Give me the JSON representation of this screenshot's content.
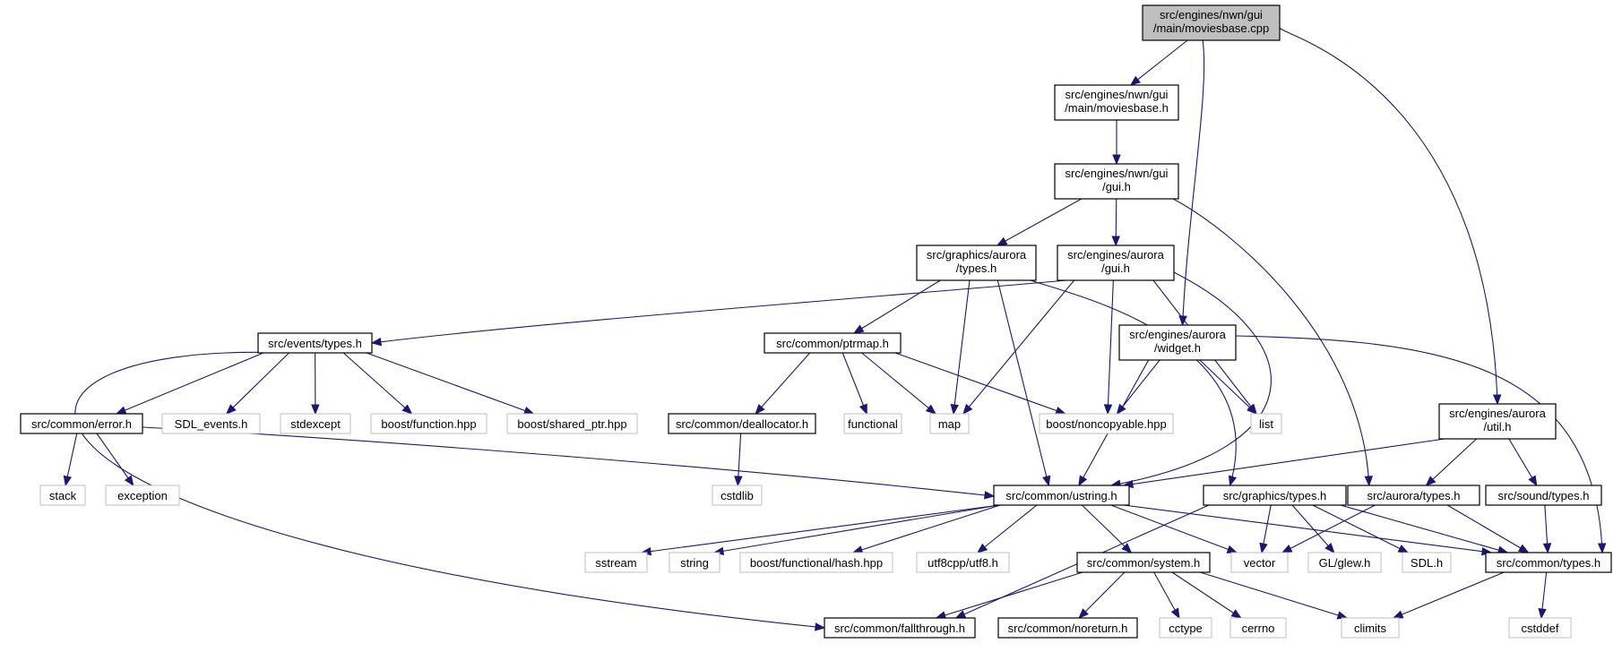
{
  "graph": {
    "kind": "include dependency graph",
    "colors": {
      "edge": "#191970",
      "root_fill": "#bfbfbf",
      "node_border": "#000000",
      "external_border": "#bfbfbf"
    },
    "nodes": [
      {
        "id": "moviesbase_cpp",
        "lines": [
          "src/engines/nwn/gui",
          "/main/moviesbase.cpp"
        ],
        "style": "root"
      },
      {
        "id": "moviesbase_h",
        "lines": [
          "src/engines/nwn/gui",
          "/main/moviesbase.h"
        ],
        "style": "project"
      },
      {
        "id": "nwn_gui_h",
        "lines": [
          "src/engines/nwn/gui",
          "/gui.h"
        ],
        "style": "project"
      },
      {
        "id": "graphics_aurora_types_h",
        "lines": [
          "src/graphics/aurora",
          "/types.h"
        ],
        "style": "project"
      },
      {
        "id": "engines_aurora_gui_h",
        "lines": [
          "src/engines/aurora",
          "/gui.h"
        ],
        "style": "project"
      },
      {
        "id": "events_types_h",
        "lines": [
          "src/events/types.h"
        ],
        "style": "project"
      },
      {
        "id": "ptrmap_h",
        "lines": [
          "src/common/ptrmap.h"
        ],
        "style": "project"
      },
      {
        "id": "widget_h",
        "lines": [
          "src/engines/aurora",
          "/widget.h"
        ],
        "style": "project"
      },
      {
        "id": "aurora_util_h",
        "lines": [
          "src/engines/aurora",
          "/util.h"
        ],
        "style": "project"
      },
      {
        "id": "error_h",
        "lines": [
          "src/common/error.h"
        ],
        "style": "project"
      },
      {
        "id": "sdl_events_h",
        "lines": [
          "SDL_events.h"
        ],
        "style": "external"
      },
      {
        "id": "stdexcept",
        "lines": [
          "stdexcept"
        ],
        "style": "external"
      },
      {
        "id": "boost_function",
        "lines": [
          "boost/function.hpp"
        ],
        "style": "external"
      },
      {
        "id": "boost_shared_ptr",
        "lines": [
          "boost/shared_ptr.hpp"
        ],
        "style": "external"
      },
      {
        "id": "deallocator_h",
        "lines": [
          "src/common/deallocator.h"
        ],
        "style": "project"
      },
      {
        "id": "functional",
        "lines": [
          "functional"
        ],
        "style": "external"
      },
      {
        "id": "map",
        "lines": [
          "map"
        ],
        "style": "external"
      },
      {
        "id": "boost_noncopyable",
        "lines": [
          "boost/noncopyable.hpp"
        ],
        "style": "external"
      },
      {
        "id": "list",
        "lines": [
          "list"
        ],
        "style": "external"
      },
      {
        "id": "stack",
        "lines": [
          "stack"
        ],
        "style": "external"
      },
      {
        "id": "exception",
        "lines": [
          "exception"
        ],
        "style": "external"
      },
      {
        "id": "cstdlib",
        "lines": [
          "cstdlib"
        ],
        "style": "external"
      },
      {
        "id": "ustring_h",
        "lines": [
          "src/common/ustring.h"
        ],
        "style": "project"
      },
      {
        "id": "graphics_types_h",
        "lines": [
          "src/graphics/types.h"
        ],
        "style": "project"
      },
      {
        "id": "aurora_types_h",
        "lines": [
          "src/aurora/types.h"
        ],
        "style": "project"
      },
      {
        "id": "sound_types_h",
        "lines": [
          "src/sound/types.h"
        ],
        "style": "project"
      },
      {
        "id": "sstream",
        "lines": [
          "sstream"
        ],
        "style": "external"
      },
      {
        "id": "string",
        "lines": [
          "string"
        ],
        "style": "external"
      },
      {
        "id": "boost_hash",
        "lines": [
          "boost/functional/hash.hpp"
        ],
        "style": "external"
      },
      {
        "id": "utf8_h",
        "lines": [
          "utf8cpp/utf8.h"
        ],
        "style": "external"
      },
      {
        "id": "system_h",
        "lines": [
          "src/common/system.h"
        ],
        "style": "project"
      },
      {
        "id": "vector",
        "lines": [
          "vector"
        ],
        "style": "external"
      },
      {
        "id": "glew_h",
        "lines": [
          "GL/glew.h"
        ],
        "style": "external"
      },
      {
        "id": "sdl_h",
        "lines": [
          "SDL.h"
        ],
        "style": "external"
      },
      {
        "id": "common_types_h",
        "lines": [
          "src/common/types.h"
        ],
        "style": "project"
      },
      {
        "id": "fallthrough_h",
        "lines": [
          "src/common/fallthrough.h"
        ],
        "style": "project"
      },
      {
        "id": "noreturn_h",
        "lines": [
          "src/common/noreturn.h"
        ],
        "style": "project"
      },
      {
        "id": "cctype",
        "lines": [
          "cctype"
        ],
        "style": "external"
      },
      {
        "id": "cerrno",
        "lines": [
          "cerrno"
        ],
        "style": "external"
      },
      {
        "id": "climits",
        "lines": [
          "climits"
        ],
        "style": "external"
      },
      {
        "id": "cstddef",
        "lines": [
          "cstddef"
        ],
        "style": "external"
      }
    ],
    "edges": [
      [
        "moviesbase_cpp",
        "moviesbase_h"
      ],
      [
        "moviesbase_cpp",
        "widget_h"
      ],
      [
        "moviesbase_cpp",
        "aurora_util_h"
      ],
      [
        "moviesbase_h",
        "nwn_gui_h"
      ],
      [
        "nwn_gui_h",
        "graphics_aurora_types_h"
      ],
      [
        "nwn_gui_h",
        "engines_aurora_gui_h"
      ],
      [
        "nwn_gui_h",
        "aurora_types_h"
      ],
      [
        "graphics_aurora_types_h",
        "ptrmap_h"
      ],
      [
        "graphics_aurora_types_h",
        "map"
      ],
      [
        "graphics_aurora_types_h",
        "ustring_h"
      ],
      [
        "graphics_aurora_types_h",
        "graphics_types_h"
      ],
      [
        "engines_aurora_gui_h",
        "events_types_h"
      ],
      [
        "engines_aurora_gui_h",
        "map"
      ],
      [
        "engines_aurora_gui_h",
        "boost_noncopyable"
      ],
      [
        "engines_aurora_gui_h",
        "list"
      ],
      [
        "engines_aurora_gui_h",
        "ustring_h"
      ],
      [
        "events_types_h",
        "error_h"
      ],
      [
        "events_types_h",
        "sdl_events_h"
      ],
      [
        "events_types_h",
        "stdexcept"
      ],
      [
        "events_types_h",
        "boost_function"
      ],
      [
        "events_types_h",
        "boost_shared_ptr"
      ],
      [
        "events_types_h",
        "fallthrough_h"
      ],
      [
        "ptrmap_h",
        "deallocator_h"
      ],
      [
        "ptrmap_h",
        "functional"
      ],
      [
        "ptrmap_h",
        "map"
      ],
      [
        "ptrmap_h",
        "boost_noncopyable"
      ],
      [
        "widget_h",
        "boost_noncopyable"
      ],
      [
        "widget_h",
        "list"
      ],
      [
        "widget_h",
        "ustring_h"
      ],
      [
        "widget_h",
        "common_types_h"
      ],
      [
        "aurora_util_h",
        "ustring_h"
      ],
      [
        "aurora_util_h",
        "aurora_types_h"
      ],
      [
        "aurora_util_h",
        "sound_types_h"
      ],
      [
        "error_h",
        "stack"
      ],
      [
        "error_h",
        "exception"
      ],
      [
        "error_h",
        "ustring_h"
      ],
      [
        "deallocator_h",
        "cstdlib"
      ],
      [
        "ustring_h",
        "sstream"
      ],
      [
        "ustring_h",
        "string"
      ],
      [
        "ustring_h",
        "boost_hash"
      ],
      [
        "ustring_h",
        "utf8_h"
      ],
      [
        "ustring_h",
        "system_h"
      ],
      [
        "ustring_h",
        "vector"
      ],
      [
        "ustring_h",
        "common_types_h"
      ],
      [
        "graphics_types_h",
        "vector"
      ],
      [
        "graphics_types_h",
        "glew_h"
      ],
      [
        "graphics_types_h",
        "sdl_h"
      ],
      [
        "graphics_types_h",
        "common_types_h"
      ],
      [
        "graphics_types_h",
        "fallthrough_h"
      ],
      [
        "aurora_types_h",
        "vector"
      ],
      [
        "aurora_types_h",
        "common_types_h"
      ],
      [
        "sound_types_h",
        "common_types_h"
      ],
      [
        "system_h",
        "fallthrough_h"
      ],
      [
        "system_h",
        "noreturn_h"
      ],
      [
        "system_h",
        "cctype"
      ],
      [
        "system_h",
        "cerrno"
      ],
      [
        "system_h",
        "climits"
      ],
      [
        "common_types_h",
        "climits"
      ],
      [
        "common_types_h",
        "cstddef"
      ]
    ]
  }
}
